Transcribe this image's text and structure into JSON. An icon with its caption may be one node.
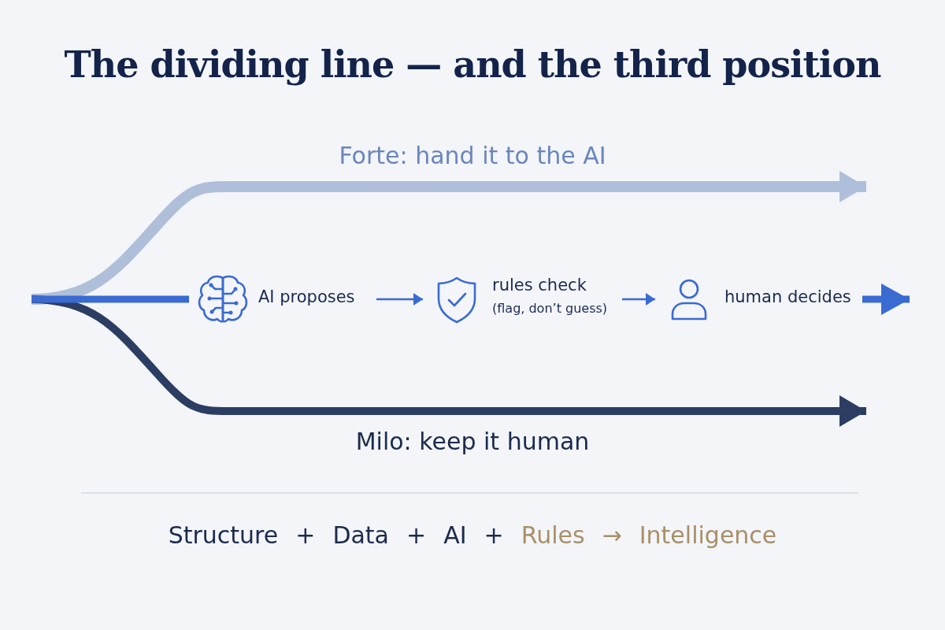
{
  "diagram": {
    "title": "The dividing line — and the third position",
    "nodes": [
      {
        "text": [
          "AI proposes"
        ]
      },
      {
        "text": [
          "rules check",
          "(flag, don’t guess)"
        ]
      },
      {
        "text": [
          "human decides"
        ]
      }
    ],
    "edges": [
      {
        "from": null,
        "to": 0,
        "arrow": "none",
        "style": "thick"
      },
      {
        "from": 0,
        "to": 1,
        "arrow": "to"
      },
      {
        "from": 1,
        "to": 2,
        "arrow": "to"
      },
      {
        "from": 2,
        "to": null,
        "arrow": "to",
        "style": "thick"
      }
    ],
    "labels": [
      "Forte: hand it to the AI",
      "Milo: keep it human",
      "Structure",
      "+",
      "Data",
      "+",
      "AI",
      "+",
      "Rules",
      "→",
      "Intelligence"
    ]
  }
}
